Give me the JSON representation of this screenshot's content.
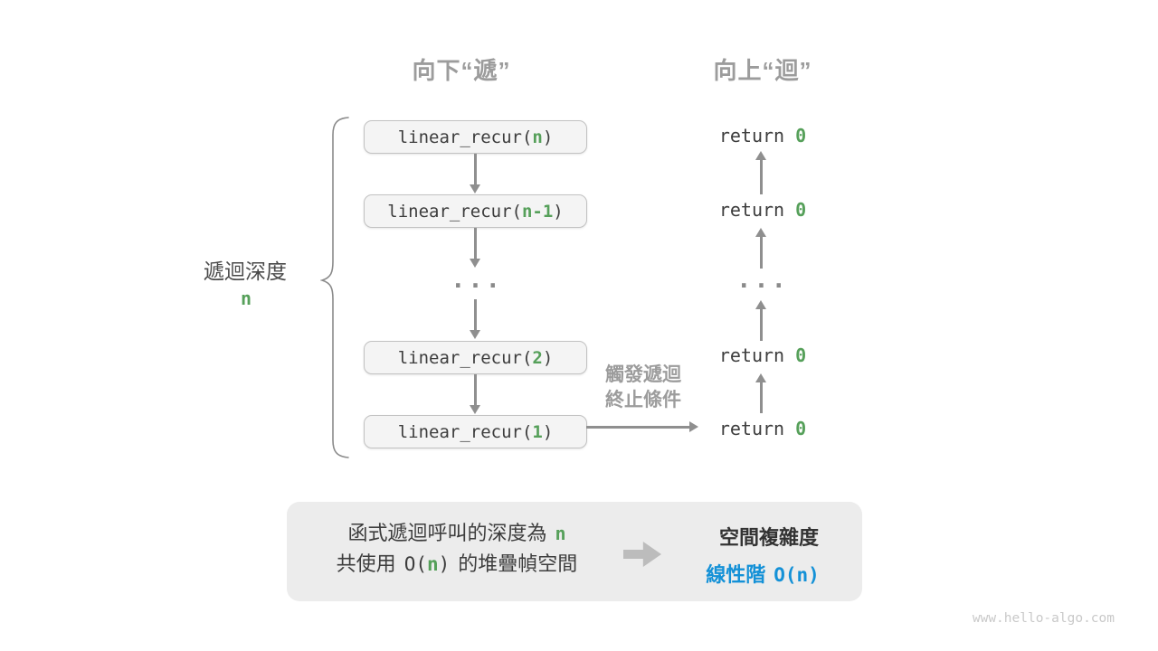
{
  "colors": {
    "green": "#56a05a",
    "blue": "#1491d7",
    "heading_gray": "#9c9c9c",
    "arrow": "#8f8f8f",
    "box_bg": "#f4f4f4",
    "box_border": "#c2c2c2",
    "summary_bg": "#ececec",
    "text_dark": "#3d3d3d"
  },
  "headers": {
    "down": "向下“遞”",
    "up": "向上“迴”"
  },
  "depth": {
    "label": "遞迴深度",
    "value": "n"
  },
  "call_column": {
    "boxes": [
      {
        "prefix": "linear_recur(",
        "arg": "n",
        "suffix": ")"
      },
      {
        "prefix": "linear_recur(",
        "arg": "n-1",
        "suffix": ")"
      },
      {
        "prefix": "linear_recur(",
        "arg": "2",
        "suffix": ")"
      },
      {
        "prefix": "linear_recur(",
        "arg": "1",
        "suffix": ")"
      }
    ],
    "ellipsis": "..."
  },
  "return_column": {
    "rows": [
      {
        "keyword": "return ",
        "value": "0"
      },
      {
        "keyword": "return ",
        "value": "0"
      },
      {
        "keyword": "return ",
        "value": "0"
      },
      {
        "keyword": "return ",
        "value": "0"
      }
    ],
    "ellipsis": "..."
  },
  "base_case_label": {
    "line1": "觸發遞迴",
    "line2": "終止條件"
  },
  "summary": {
    "left": {
      "line1_text": "函式遞迴呼叫的深度為",
      "line1_value": "n",
      "line2_pre": "共使用",
      "line2_code_open": "O(",
      "line2_value": "n",
      "line2_code_close": ")",
      "line2_post": "的堆疊幀空間"
    },
    "right": {
      "title": "空間複雜度",
      "result_label": "線性階",
      "result_code": "O(n)"
    }
  },
  "watermark": "www.hello-algo.com"
}
